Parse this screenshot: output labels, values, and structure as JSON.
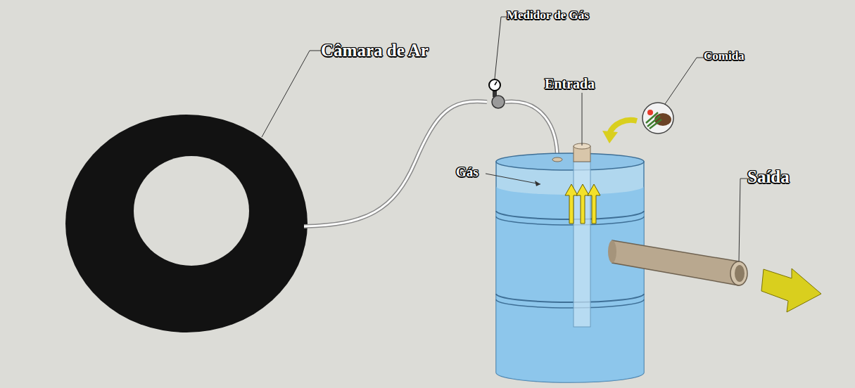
{
  "diagram": {
    "labels": [
      "Câmara de Ar",
      "Medidor de Gás",
      "Entrada",
      "Comida",
      "Gás",
      "Saída"
    ]
  }
}
